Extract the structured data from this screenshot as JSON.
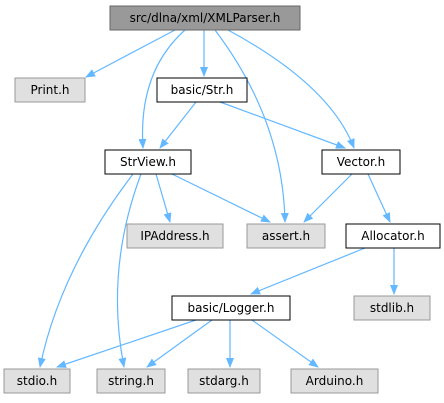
{
  "diagram": {
    "nodes": [
      {
        "id": "xmlparser",
        "label": "src/dlna/xml/XMLParser.h",
        "style": "root"
      },
      {
        "id": "print",
        "label": "Print.h",
        "style": "external"
      },
      {
        "id": "basicstr",
        "label": "basic/Str.h",
        "style": "internal"
      },
      {
        "id": "strview",
        "label": "StrView.h",
        "style": "internal"
      },
      {
        "id": "vector",
        "label": "Vector.h",
        "style": "internal"
      },
      {
        "id": "ipaddress",
        "label": "IPAddress.h",
        "style": "external"
      },
      {
        "id": "assert",
        "label": "assert.h",
        "style": "external"
      },
      {
        "id": "allocator",
        "label": "Allocator.h",
        "style": "internal"
      },
      {
        "id": "logger",
        "label": "basic/Logger.h",
        "style": "internal"
      },
      {
        "id": "stdlib",
        "label": "stdlib.h",
        "style": "external"
      },
      {
        "id": "stdio",
        "label": "stdio.h",
        "style": "external"
      },
      {
        "id": "string",
        "label": "string.h",
        "style": "external"
      },
      {
        "id": "stdarg",
        "label": "stdarg.h",
        "style": "external"
      },
      {
        "id": "arduino",
        "label": "Arduino.h",
        "style": "external"
      }
    ],
    "edges": [
      {
        "from": "xmlparser",
        "to": "print"
      },
      {
        "from": "xmlparser",
        "to": "basicstr"
      },
      {
        "from": "xmlparser",
        "to": "strview"
      },
      {
        "from": "xmlparser",
        "to": "assert"
      },
      {
        "from": "xmlparser",
        "to": "vector"
      },
      {
        "from": "basicstr",
        "to": "strview"
      },
      {
        "from": "basicstr",
        "to": "vector"
      },
      {
        "from": "strview",
        "to": "ipaddress"
      },
      {
        "from": "strview",
        "to": "assert"
      },
      {
        "from": "strview",
        "to": "stdio"
      },
      {
        "from": "strview",
        "to": "string"
      },
      {
        "from": "vector",
        "to": "assert"
      },
      {
        "from": "vector",
        "to": "allocator"
      },
      {
        "from": "allocator",
        "to": "logger"
      },
      {
        "from": "allocator",
        "to": "stdlib"
      },
      {
        "from": "logger",
        "to": "stdio"
      },
      {
        "from": "logger",
        "to": "string"
      },
      {
        "from": "logger",
        "to": "stdarg"
      },
      {
        "from": "logger",
        "to": "arduino"
      }
    ],
    "colors": {
      "root_fill": "#999999",
      "internal_fill": "#ffffff",
      "external_fill": "#e0e0e0",
      "internal_border": "#000000",
      "external_border": "#999999",
      "edge": "#63b8ff"
    }
  }
}
